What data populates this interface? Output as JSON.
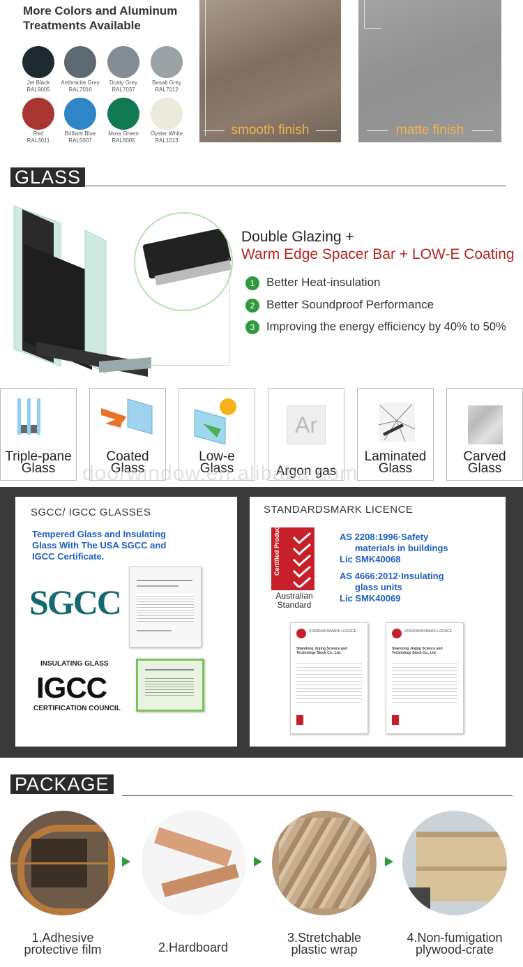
{
  "colors": {
    "title_line1": "More Colors and Aluminum",
    "title_line2": "Treatments Available",
    "swatches": [
      {
        "name": "Jet Black",
        "code": "RAL9005",
        "hex": "#1f2a30"
      },
      {
        "name": "Anthracite Grey",
        "code": "RAL7016",
        "hex": "#5d6a71"
      },
      {
        "name": "Dusty Grey",
        "code": "RAL7037",
        "hex": "#828c92"
      },
      {
        "name": "Basalt Grey",
        "code": "RAL7012",
        "hex": "#9aa2a6"
      },
      {
        "name": "Red",
        "code": "RAL3011",
        "hex": "#a8352f"
      },
      {
        "name": "Brilliant Blue",
        "code": "RAL5007",
        "hex": "#2f86c6"
      },
      {
        "name": "Moss Green",
        "code": "RAL6005",
        "hex": "#127a53"
      },
      {
        "name": "Oyster White",
        "code": "RAL1013",
        "hex": "#ebe8dc"
      }
    ],
    "finishes": [
      {
        "label": "smooth finish"
      },
      {
        "label": "matte finish"
      }
    ]
  },
  "glass": {
    "header": "GLASS",
    "line1": "Double Glazing +",
    "line2": "Warm Edge Spacer Bar + LOW-E Coating",
    "features": [
      {
        "num": "1",
        "text": "Better Heat-insulation"
      },
      {
        "num": "2",
        "text": "Better Soundproof Performance"
      },
      {
        "num": "3",
        "text": "Improving the energy efficiency by 40% to 50%"
      }
    ],
    "types": [
      {
        "l1": "Triple-pane",
        "l2": "Glass"
      },
      {
        "l1": "Coated",
        "l2": "Glass"
      },
      {
        "l1": "Low-e",
        "l2": "Glass"
      },
      {
        "l1": "Argon gas",
        "l2": ""
      },
      {
        "l1": "Laminated",
        "l2": "Glass"
      },
      {
        "l1": "Carved",
        "l2": "Glass"
      }
    ],
    "argon_symbol": "Ar",
    "watermark": "doorwindow.en.alibaba.com"
  },
  "certs": {
    "sgcc_title": "SGCC/ IGCC GLASSES",
    "sgcc_text": [
      "Tempered Glass and Insulating",
      "Glass With The USA SGCC and",
      "IGCC Certificate."
    ],
    "sgcc_logo": "SGCC",
    "igcc_top": "INSULATING GLASS",
    "igcc_logo": "IGCC",
    "igcc_bottom": "CERTIFICATION COUNCIL",
    "std_title": "STANDARDSMARK LICENCE",
    "badge_vertical": "Certified Product",
    "badge_l1": "Australian",
    "badge_l2": "Standard",
    "std_items": [
      {
        "l1": "AS 2208:1996·Safety",
        "l2": "materials in buildings",
        "l3": "Lic SMK40068"
      },
      {
        "l1": "AS 4666:2012·Insulating",
        "l2": "glass units",
        "l3": "Lic SMK40069"
      }
    ],
    "doc_heading": "STANDARDSMARK LICENCE",
    "doc_company": "Shandong Jinjing Science and Technology Stock Co., Ltd."
  },
  "package": {
    "header": "PACKAGE",
    "steps": [
      {
        "l1": "1.Adhesive",
        "l2": "protective film"
      },
      {
        "l1": "2.Hardboard",
        "l2": ""
      },
      {
        "l1": "3.Stretchable",
        "l2": "plastic wrap"
      },
      {
        "l1": "4.Non-fumigation",
        "l2": "plywood-crate"
      }
    ]
  }
}
